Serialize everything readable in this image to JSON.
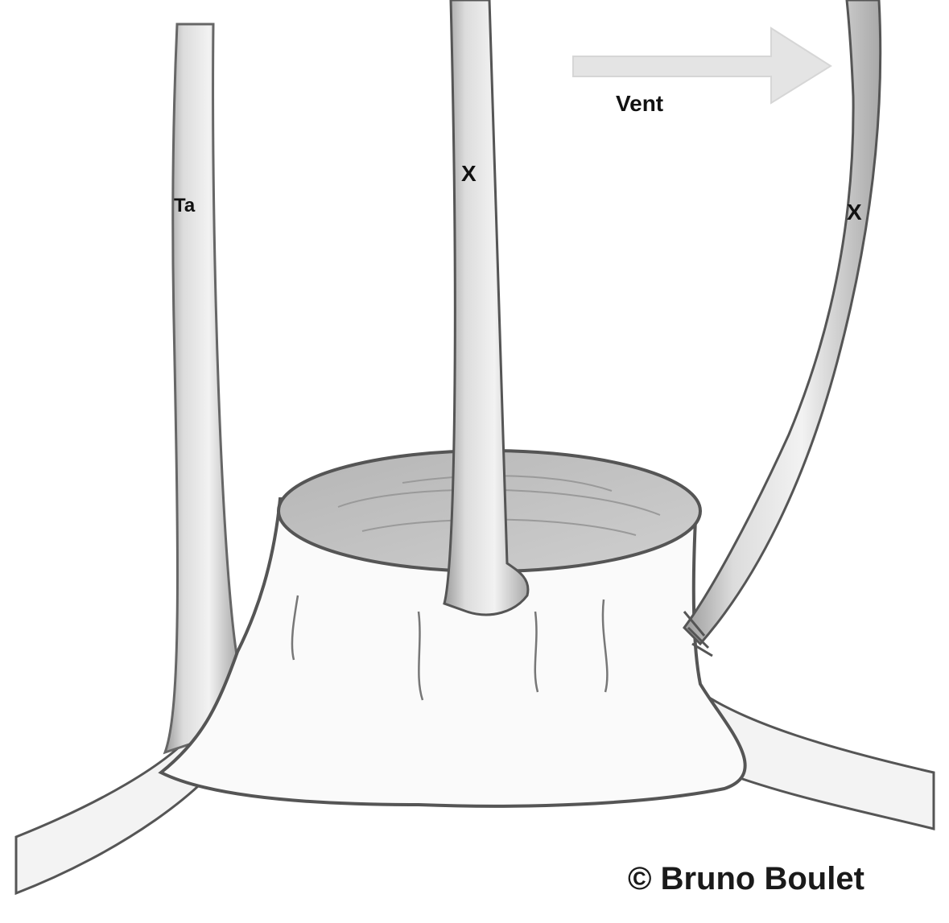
{
  "diagram": {
    "labels": {
      "left_shoot": "Ta",
      "center_shoot": "X",
      "right_shoot": "X",
      "wind": "Vent"
    },
    "copyright": "© Bruno Boulet",
    "colors": {
      "pencil": "#555555",
      "shading": "#bdbdbd",
      "wind_arrow": "#e4e4e4",
      "paper": "#ffffff"
    }
  }
}
